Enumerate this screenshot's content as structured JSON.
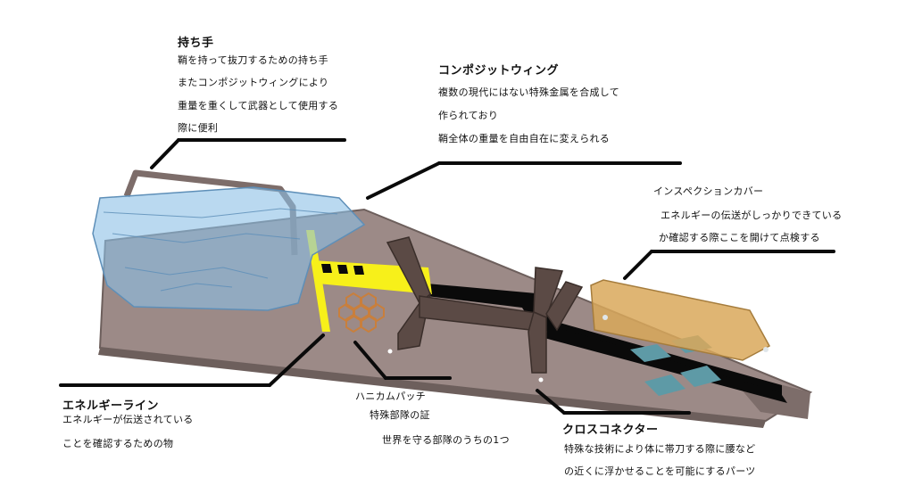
{
  "annotations": {
    "handle": {
      "title": "持ち手",
      "lines": [
        "鞘を持って抜刀するための持ち手",
        "またコンポジットウィングにより",
        "重量を重くして武器として使用する",
        "際に便利"
      ]
    },
    "composite_wing": {
      "title": "コンポジットウィング",
      "lines": [
        "複数の現代にはない特殊金属を合成して",
        "作られており",
        "鞘全体の重量を自由自在に変えられる"
      ]
    },
    "inspection_cover": {
      "title": "インスペクションカバー",
      "lines": [
        "エネルギーの伝送がしっかりできている",
        "か確認する際ここを開けて点検する"
      ]
    },
    "energy_line": {
      "title": "エネルギーライン",
      "lines": [
        "エネルギーが伝送されている",
        "ことを確認するための物"
      ]
    },
    "honeycomb_patch": {
      "title": "ハニカムパッチ",
      "lines": [
        "特殊部隊の証",
        "世界を守る部隊のうちの1つ"
      ]
    },
    "cross_connector": {
      "title": "クロスコネクター",
      "lines": [
        "特殊な技術により体に帯刀する際に腰など",
        "の近くに浮かせることを可能にするパーツ"
      ]
    }
  },
  "colors": {
    "body": "#9c8a87",
    "body_dark": "#6d5f5c",
    "wing": "#8cc0e6",
    "energy": "#f7f01a",
    "connector": "#5b4a45",
    "cover": "#d9a85a",
    "stripe": "#5e9aa6",
    "slot": "#0a0a0a",
    "patch": "#c97f3c"
  }
}
